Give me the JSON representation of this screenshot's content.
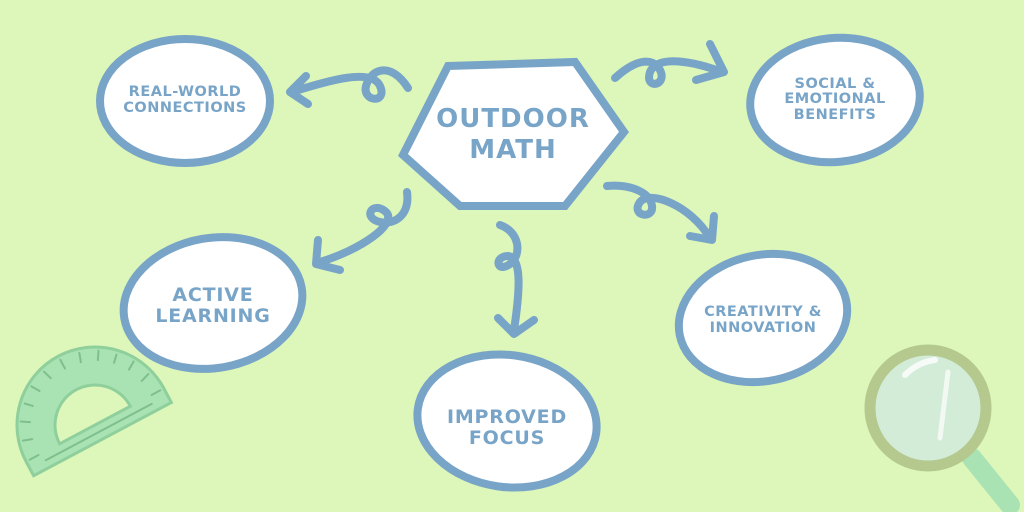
{
  "center": {
    "label": "OUTDOOR\nMATH"
  },
  "topics": {
    "real_world": "REAL-WORLD\nCONNECTIONS",
    "social": "SOCIAL &\nEMOTIONAL\nBENEFITS",
    "active": "ACTIVE\nLEARNING",
    "focus": "IMPROVED\nFOCUS",
    "creativity": "CREATIVITY &\nINNOVATION"
  },
  "decorations": {
    "left_tool": "protractor-icon",
    "right_tool": "magnifying-glass-icon"
  },
  "colors": {
    "background": "#ddf6b9",
    "outline": "#78a4c8",
    "bubble_fill": "#ffffff",
    "protractor": "#a9e3b4",
    "magnifier_frame": "#b5c88d",
    "magnifier_lens": "#d3ecd8"
  }
}
